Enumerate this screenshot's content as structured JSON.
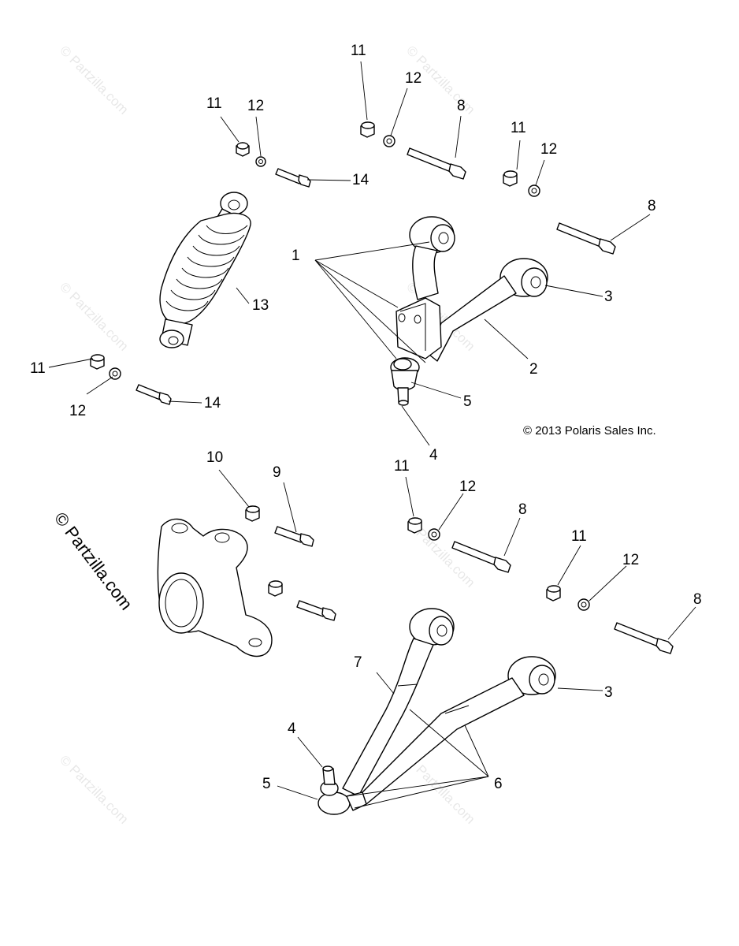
{
  "diagram": {
    "copyright": "© 2013 Polaris Sales Inc.",
    "brand": "© Partzilla.com",
    "watermark": "© Partzilla.com",
    "callouts": {
      "c1": "1",
      "c2": "2",
      "c3_upper": "3",
      "c3_lower": "3",
      "c4_upper": "4",
      "c4_lower": "4",
      "c5_upper": "5",
      "c5_lower": "5",
      "c6": "6",
      "c7": "7",
      "c8_a": "8",
      "c8_b": "8",
      "c8_c": "8",
      "c8_d": "8",
      "c9": "9",
      "c10": "10",
      "c11_a": "11",
      "c11_b": "11",
      "c11_c": "11",
      "c11_d": "11",
      "c11_e": "11",
      "c11_f": "11",
      "c12_a": "12",
      "c12_b": "12",
      "c12_c": "12",
      "c12_d": "12",
      "c12_e": "12",
      "c12_f": "12",
      "c13": "13",
      "c14_a": "14",
      "c14_b": "14"
    }
  }
}
